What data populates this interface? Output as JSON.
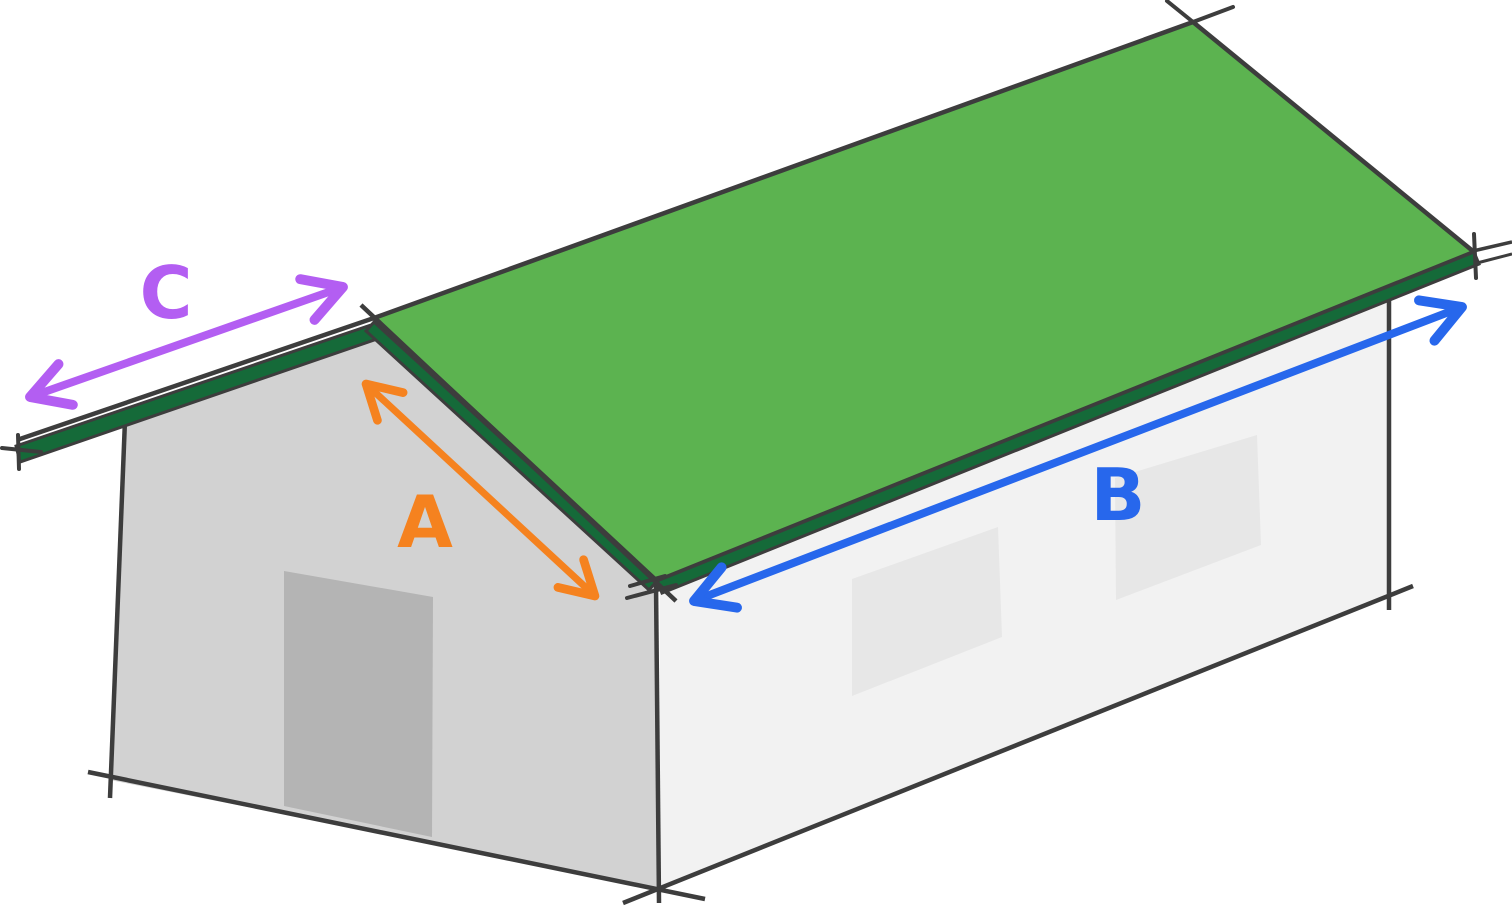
{
  "diagram": {
    "type": "isometric-house-roof-dimension-diagram",
    "dimension_labels": {
      "a": "A",
      "b": "B",
      "c": "C"
    }
  },
  "colors": {
    "background": "#ffffff",
    "outline": "#3d3d3d",
    "roof_top": "#5cb350",
    "roof_fascia": "#156a39",
    "gable_wall": "#d2d2d2",
    "door": "#b4b4b4",
    "side_wall": "#f2f2f2",
    "window": "#e7e7e7",
    "dim_a_orange": "#f5821f",
    "dim_b_blue": "#2767ec",
    "dim_c_purple": "#b35ef2"
  }
}
